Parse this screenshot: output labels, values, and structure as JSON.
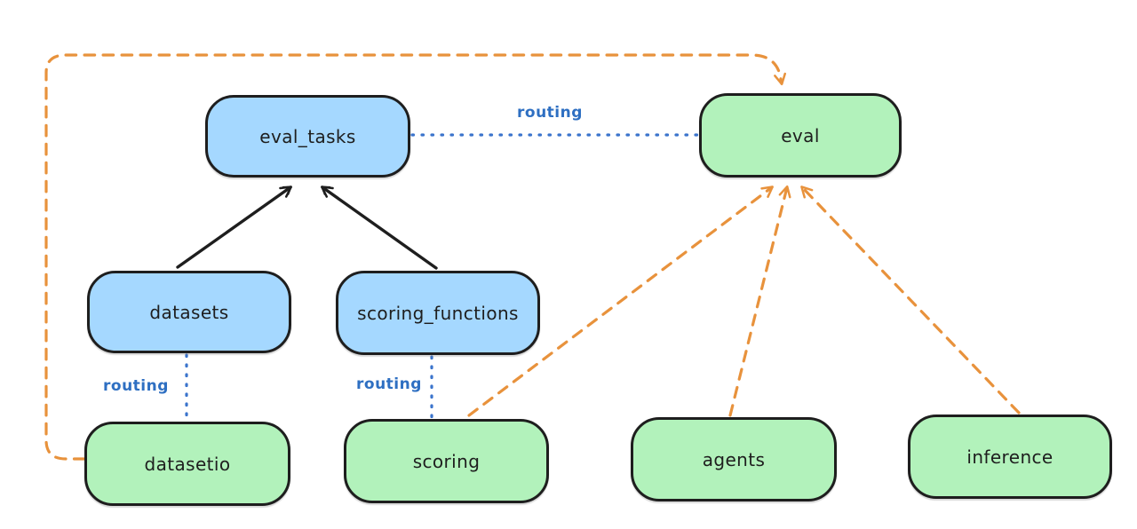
{
  "diagram": {
    "title": "",
    "colors": {
      "background": "#ffffff",
      "blue_node_fill": "#a5d8ff",
      "green_node_fill": "#b2f2bb",
      "node_stroke": "#1e1e1e",
      "routing_blue": "#2e6fc2",
      "provider_orange": "#e8923c",
      "solid_arrow_black": "#1e1e1e"
    },
    "nodes": [
      {
        "id": "eval_tasks",
        "label": "eval_tasks",
        "variant": "blue"
      },
      {
        "id": "eval",
        "label": "eval",
        "variant": "green"
      },
      {
        "id": "datasets",
        "label": "datasets",
        "variant": "blue"
      },
      {
        "id": "scoring_functions",
        "label": "scoring_functions",
        "variant": "blue"
      },
      {
        "id": "datasetio",
        "label": "datasetio",
        "variant": "green"
      },
      {
        "id": "scoring",
        "label": "scoring",
        "variant": "green"
      },
      {
        "id": "agents",
        "label": "agents",
        "variant": "green"
      },
      {
        "id": "inference",
        "label": "inference",
        "variant": "green"
      }
    ],
    "edges": [
      {
        "from": "datasets",
        "to": "eval_tasks",
        "style": "solid-arrow",
        "label": ""
      },
      {
        "from": "scoring_functions",
        "to": "eval_tasks",
        "style": "solid-arrow",
        "label": ""
      },
      {
        "from": "eval_tasks",
        "to": "eval",
        "style": "dotted",
        "label": "routing"
      },
      {
        "from": "datasets",
        "to": "datasetio",
        "style": "dotted",
        "label": "routing"
      },
      {
        "from": "scoring_functions",
        "to": "scoring",
        "style": "dotted",
        "label": "routing"
      },
      {
        "from": "datasetio",
        "to": "eval",
        "style": "dashed-arrow",
        "label": ""
      },
      {
        "from": "scoring",
        "to": "eval",
        "style": "dashed-arrow",
        "label": ""
      },
      {
        "from": "agents",
        "to": "eval",
        "style": "dashed-arrow",
        "label": ""
      },
      {
        "from": "inference",
        "to": "eval",
        "style": "dashed-arrow",
        "label": ""
      }
    ]
  }
}
